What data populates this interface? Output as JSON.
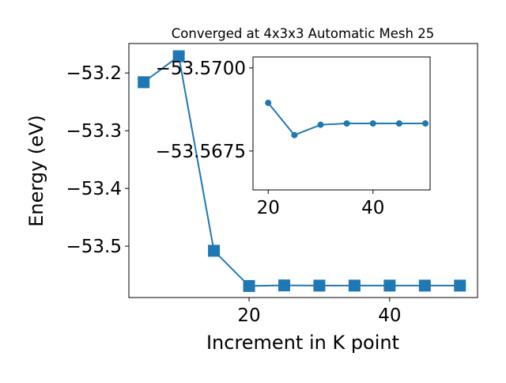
{
  "chart_data": [
    {
      "type": "line",
      "title": "Converged at 4x3x3 Automatic Mesh 25",
      "xlabel": "Increment in K point",
      "ylabel": "Energy (eV)",
      "x": [
        5,
        10,
        15,
        20,
        25,
        30,
        35,
        40,
        45,
        50
      ],
      "y": [
        -53.216,
        -53.171,
        -53.508,
        -53.569,
        -53.568,
        -53.5683,
        -53.5683,
        -53.5683,
        -53.5683,
        -53.5683
      ],
      "xlim": [
        2.9,
        52.5
      ],
      "ylim": [
        -53.589,
        -53.149
      ],
      "xticks": [
        20,
        40
      ],
      "xtick_labels": [
        "20",
        "40"
      ],
      "yticks": [
        -53.2,
        -53.3,
        -53.4,
        -53.5
      ],
      "ytick_labels": [
        "−53.2",
        "−53.3",
        "−53.4",
        "−53.5"
      ],
      "marker": "square",
      "color": "#1f77b4",
      "grid": false
    },
    {
      "type": "line",
      "x": [
        20,
        25,
        30,
        35,
        40,
        45,
        50
      ],
      "y": [
        -53.56895,
        -53.56798,
        -53.56829,
        -53.56833,
        -53.56833,
        -53.56833,
        -53.56833
      ],
      "xlim": [
        17.1,
        50.9
      ],
      "ylim": [
        -53.57033,
        -53.56633
      ],
      "y_inverted": true,
      "xticks": [
        20,
        40
      ],
      "xtick_labels": [
        "20",
        "40"
      ],
      "yticks": [
        -53.57,
        -53.5675
      ],
      "ytick_labels": [
        "−53.5700",
        "−53.5675"
      ],
      "marker": "circle",
      "color": "#1f77b4",
      "grid": false
    }
  ]
}
